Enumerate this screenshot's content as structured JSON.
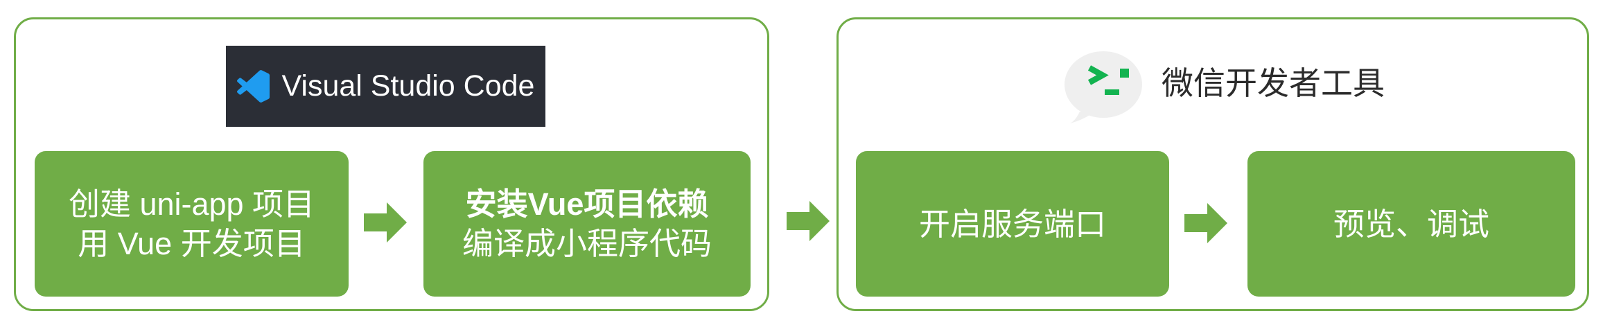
{
  "colors": {
    "green": "#70ad47",
    "dark": "#2b2e36",
    "vscode_blue": "#1f9cf0",
    "wechat_green": "#13b350",
    "header_text": "#2b2b2b",
    "box_text": "#ffffff"
  },
  "diagram": {
    "left_panel": {
      "logo_icon": "vscode-logo",
      "title": "Visual Studio Code",
      "steps": [
        {
          "line1": "创建 uni-app 项目",
          "line2": "用 Vue 开发项目"
        },
        {
          "line1": "安装Vue项目依赖",
          "line2": "编译成小程序代码"
        }
      ]
    },
    "right_panel": {
      "logo_icon": "wechat-devtools-logo",
      "title": "微信开发者工具",
      "steps": [
        {
          "line1": "开启服务端口"
        },
        {
          "line1": "预览、调试"
        }
      ]
    },
    "arrow_icon": "arrow-right-icon"
  }
}
